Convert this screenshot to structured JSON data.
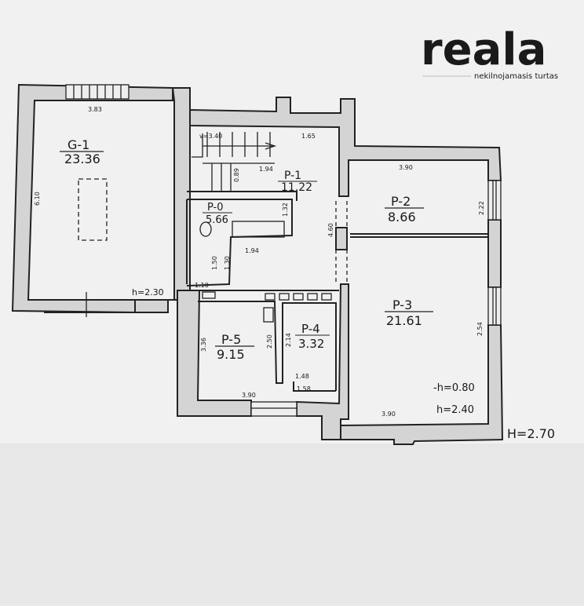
{
  "brand": {
    "logo_text": "reala",
    "tagline": "nekilnojamasis turtas"
  },
  "rooms": [
    {
      "id": "G-1",
      "label": "G-1",
      "area": "23.36"
    },
    {
      "id": "P-0",
      "label": "P-0",
      "area": "5.66"
    },
    {
      "id": "P-1",
      "label": "P-1",
      "area": "11.22"
    },
    {
      "id": "P-2",
      "label": "P-2",
      "area": "8.66"
    },
    {
      "id": "P-3",
      "label": "P-3",
      "area": "21.61"
    },
    {
      "id": "P-4",
      "label": "P-4",
      "area": "3.32"
    },
    {
      "id": "P-5",
      "label": "P-5",
      "area": "9.15"
    }
  ],
  "dimensions": {
    "g1_top": "3.83",
    "g1_side": "6.10",
    "g1_height": "h=2.30",
    "stair_h": "v=3.40",
    "p1_top": "1.65",
    "p1_inner": "1.94",
    "p1_small": "0.89",
    "p0_side": "1.32",
    "p0_bottom": "1.94",
    "corridor_a": "1.50",
    "corridor_b": "1.30",
    "corridor_c": "1.10",
    "wall_gap": "4.60",
    "p2_top": "3.90",
    "p2_side": "2.22",
    "p3_side": "2.54",
    "p3_bottom": "3.90",
    "p3_sill": "-h=0.80",
    "p3_height": "h=2.40",
    "p5_side": "3.36",
    "p5_inner": "2.50",
    "p4_side": "2.14",
    "p4_inner": "1.48",
    "p4_bottom": "1.58",
    "p5_bottom": "3.90",
    "floor_height": "H=2.70"
  }
}
